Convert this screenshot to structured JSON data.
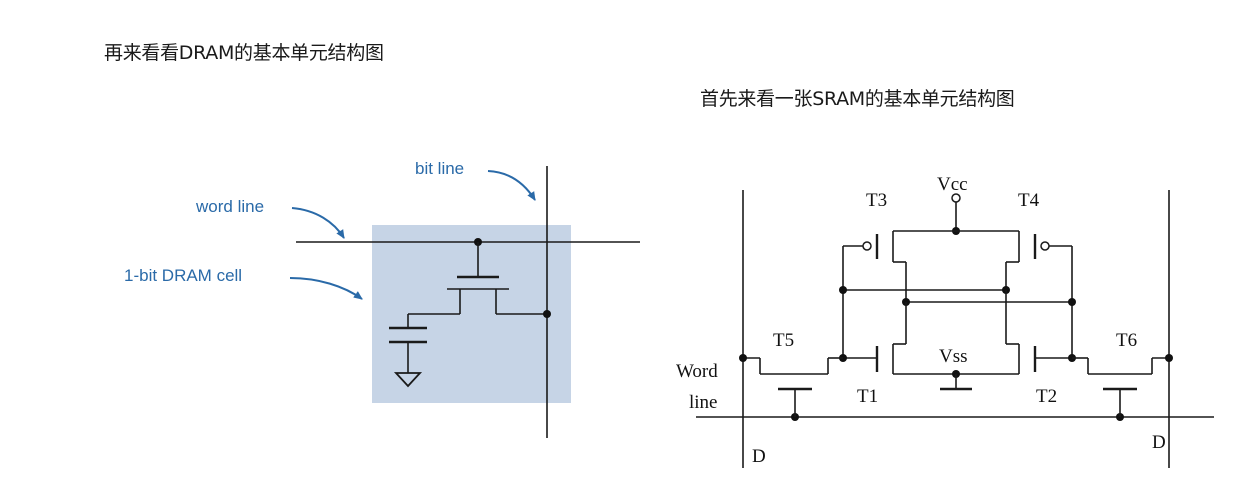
{
  "headings": {
    "dram": "再来看看DRAM的基本单元结构图",
    "sram": "首先来看一张SRAM的基本单元结构图"
  },
  "dram_diagram": {
    "labels": {
      "bit_line": "bit line",
      "word_line": "word line",
      "cell": "1-bit DRAM cell"
    },
    "colors": {
      "cell_fill": "#c6d4e6",
      "label_blue": "#2a6aa8",
      "arrow_blue": "#2a6aa8"
    }
  },
  "sram_diagram": {
    "labels": {
      "vcc": "Vcc",
      "vss": "Vss",
      "t1": "T1",
      "t2": "T2",
      "t3": "T3",
      "t4": "T4",
      "t5": "T5",
      "t6": "T6",
      "word": "Word",
      "line": "line",
      "d_left": "D",
      "d_right": "D"
    }
  }
}
